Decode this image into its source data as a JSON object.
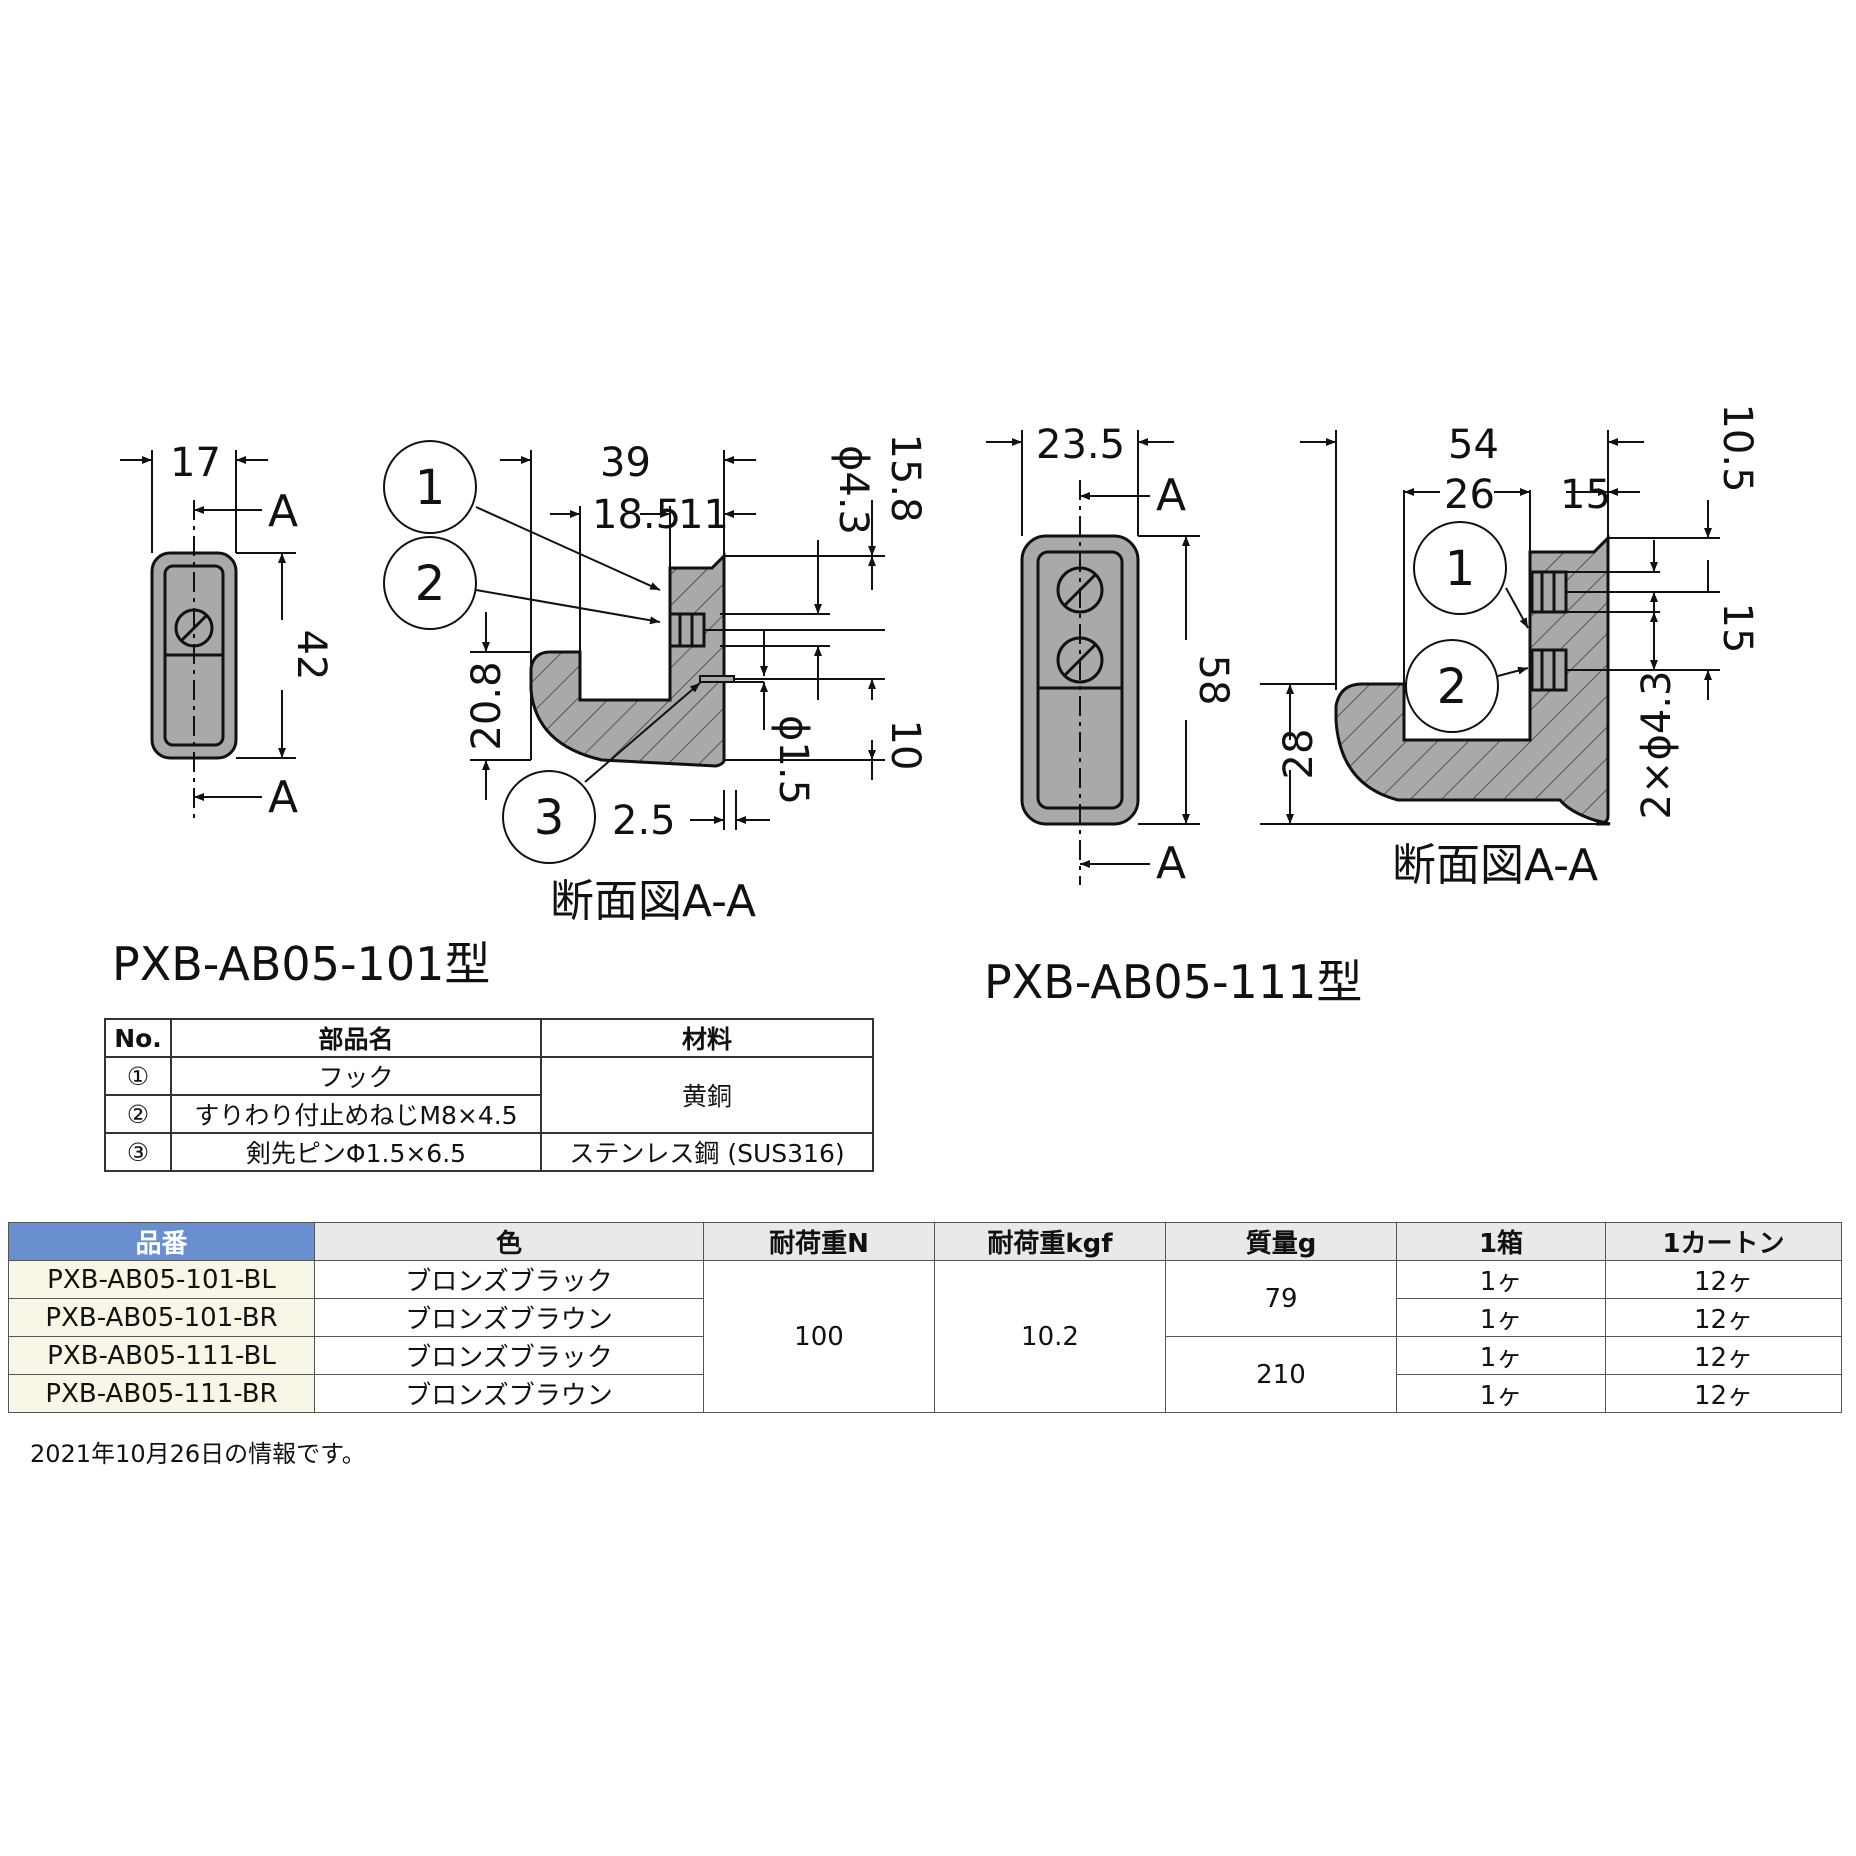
{
  "drawing_101": {
    "model_label": "PXB-AB05-101型",
    "section_label": "断面図A-A",
    "dims": {
      "w17": "17",
      "h42": "42",
      "w39": "39",
      "w18_5": "18.5",
      "w11": "11",
      "phi4_3": "ϕ4.3",
      "h15_8": "15.8",
      "h20_8": "20.8",
      "phi1_5": "ϕ1.5",
      "h10": "10",
      "w2_5": "2.5"
    },
    "section_marks": [
      "A",
      "A"
    ],
    "callouts": [
      "1",
      "2",
      "3"
    ]
  },
  "drawing_111": {
    "model_label": "PXB-AB05-111型",
    "section_label": "断面図A-A",
    "dims": {
      "w23_5": "23.5",
      "h58": "58",
      "w54": "54",
      "w26": "26",
      "w15": "15",
      "h10_5": "10.5",
      "h15": "15",
      "phi2x4_3": "2×ϕ4.3",
      "h28": "28"
    },
    "section_marks": [
      "A",
      "A"
    ],
    "callouts": [
      "1",
      "2"
    ]
  },
  "parts_table": {
    "headers": [
      "No.",
      "部品名",
      "材料"
    ],
    "rows": [
      {
        "no": "①",
        "name": "フック"
      },
      {
        "no": "②",
        "name": "すりわり付止めねじM8×4.5"
      },
      {
        "no": "③",
        "name": "剣先ピンΦ1.5×6.5",
        "material": "ステンレス鋼 (SUS316)"
      }
    ],
    "material_shared": "黄銅"
  },
  "spec_table": {
    "headers": [
      "品番",
      "色",
      "耐荷重N",
      "耐荷重kgf",
      "質量g",
      "1箱",
      "1カートン"
    ],
    "rows": [
      {
        "pn": "PXB-AB05-101-BL",
        "color": "ブロンズブラック",
        "box": "1ヶ",
        "carton": "12ヶ"
      },
      {
        "pn": "PXB-AB05-101-BR",
        "color": "ブロンズブラウン",
        "box": "1ヶ",
        "carton": "12ヶ"
      },
      {
        "pn": "PXB-AB05-111-BL",
        "color": "ブロンズブラック",
        "box": "1ヶ",
        "carton": "12ヶ"
      },
      {
        "pn": "PXB-AB05-111-BR",
        "color": "ブロンズブラウン",
        "box": "1ヶ",
        "carton": "12ヶ"
      }
    ],
    "load_n": "100",
    "load_kgf": "10.2",
    "mass_101": "79",
    "mass_111": "210"
  },
  "note": "2021年10月26日の情報です。",
  "colors": {
    "part_fill": "#a9a9a9",
    "header_accent": "#6a8fd0",
    "header_gray": "#e9e9e9",
    "pn_cell": "#f8f6e6"
  }
}
